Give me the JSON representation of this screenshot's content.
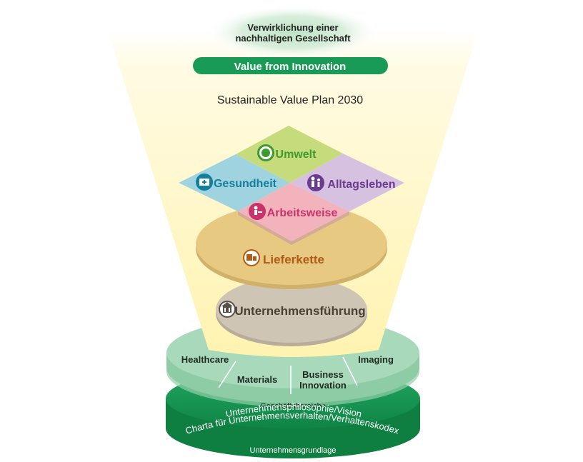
{
  "top": {
    "vision_line1": "Verwirklichung einer",
    "vision_line2": "nachhaltigen Gesellschaft",
    "banner": "Value from Innovation",
    "plan_title": "Sustainable Value Plan 2030"
  },
  "priorities": {
    "umwelt": "Umwelt",
    "gesundheit": "Gesundheit",
    "alltagsleben": "Alltagsleben",
    "arbeitsweise": "Arbeitsweise"
  },
  "layers": {
    "lieferkette": "Lieferkette",
    "unternehmensfuehrung": "Unternehmensführung"
  },
  "business": {
    "healthcare": "Healthcare",
    "materials": "Materials",
    "business_innovation_line1": "Business",
    "business_innovation_line2": "Innovation",
    "imaging": "Imaging",
    "label": "Geschäftsbereiche"
  },
  "foundation": {
    "line1": "Unternehmensphilosophie/Vision",
    "line2": "Charta für Unternehmensverhalten/Verhaltenskodex",
    "label": "Unternehmensgrundlage"
  },
  "colors": {
    "funnel": "#fff6c4",
    "banner": "#1a9a57",
    "umwelt": "#c6dc7c",
    "umwelt_text": "#3d9a2e",
    "gesundheit": "#9fd3df",
    "gesundheit_text": "#137f9c",
    "alltagsleben": "#d6c1e0",
    "alltagsleben_text": "#6b3a91",
    "arbeitsweise": "#f3b3bd",
    "arbeitsweise_text": "#c8336b",
    "lieferkette": "#e8c982",
    "lieferkette_text": "#b05a16",
    "unternehmensfuehrung": "#cfc5b4",
    "unternehmensfuehrung_text": "#4a4036",
    "business_disc": "#a7d9ba",
    "foundation_disc": "#1a9a57"
  }
}
